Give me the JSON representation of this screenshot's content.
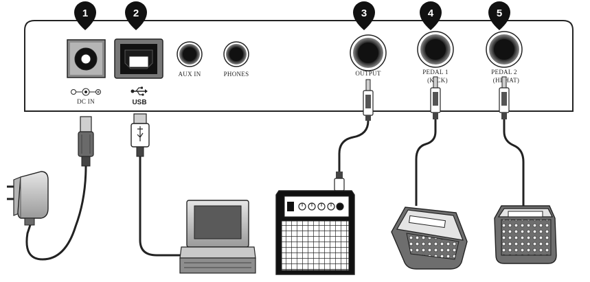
{
  "badges": {
    "b1": "1",
    "b2": "2",
    "b3": "3",
    "b4": "4",
    "b5": "5"
  },
  "ports": {
    "dc_in": "DC IN",
    "usb": "USB",
    "aux_in": "AUX IN",
    "phones": "PHONES",
    "output": "OUTPUT",
    "pedal1_line1": "PEDAL 1",
    "pedal1_line2": "(KICK)",
    "pedal2_line1": "PEDAL 2",
    "pedal2_line2": "(HI-HAT)"
  },
  "colors": {
    "line": "#222222",
    "fill_dark": "#1a1a1a",
    "fill_mid": "#6e6e6e",
    "fill_light": "#d9d9d9",
    "panel": "#ffffff"
  },
  "devices": {
    "power_adapter": "power-adapter",
    "computer": "computer",
    "amplifier": "amplifier",
    "kick_pedal": "kick-pedal",
    "hihat_pedal": "hihat-pedal"
  }
}
